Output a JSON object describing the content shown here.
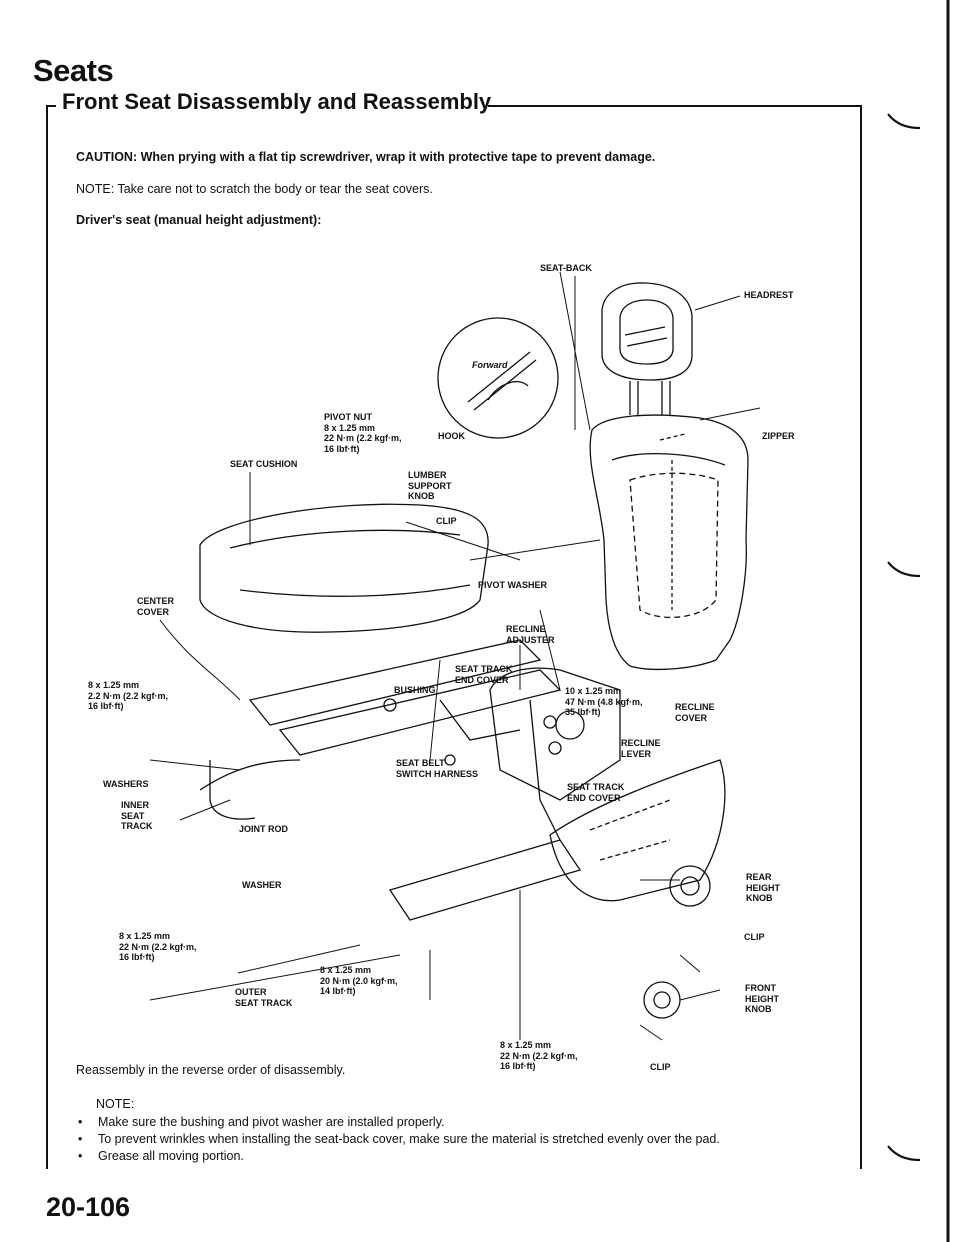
{
  "header": {
    "title": "Seats",
    "subtitle": "Front Seat Disassembly and Reassembly"
  },
  "caution": "CAUTION: When prying with a flat tip screwdriver, wrap it with protective tape to prevent damage.",
  "note_top": "NOTE: Take care not to scratch the body or tear the seat covers.",
  "driver_heading": "Driver's seat (manual height adjustment):",
  "labels": {
    "seat_back": "SEAT-BACK",
    "headrest": "HEADREST",
    "forward": "Forward",
    "hook": "HOOK",
    "zipper": "ZIPPER",
    "pivot_nut": "PIVOT NUT\n8 x 1.25 mm\n22 N·m (2.2 kgf·m,\n16 lbf·ft)",
    "seat_cushion": "SEAT CUSHION",
    "lumber_knob": "LUMBER\nSUPPORT\nKNOB",
    "clip1": "CLIP",
    "pivot_washer": "PIVOT WASHER",
    "center_cover": "CENTER\nCOVER",
    "recline_adjuster": "RECLINE\nADJUSTER",
    "track_end_cover1": "SEAT TRACK\nEND COVER",
    "bushing": "BUSHING",
    "torque_left": "8 x 1.25 mm\n2.2 N·m (2.2 kgf·m,\n16 lbf·ft)",
    "torque_recline": "10 x 1.25 mm\n47 N·m (4.8 kgf·m,\n35 lbf·ft)",
    "recline_cover": "RECLINE\nCOVER",
    "recline_lever": "RECLINE\nLEVER",
    "seat_belt": "SEAT BELT\nSWITCH HARNESS",
    "washers": "WASHERS",
    "track_end_cover2": "SEAT TRACK\nEND COVER",
    "inner_track": "INNER\nSEAT\nTRACK",
    "joint_rod": "JOINT ROD",
    "washer": "WASHER",
    "rear_knob": "REAR\nHEIGHT\nKNOB",
    "torque_outer": "8 x 1.25 mm\n22 N·m (2.2 kgf·m,\n16 lbf·ft)",
    "clip2": "CLIP",
    "torque_mid": "8 x 1.25 mm\n20 N·m (2.0 kgf·m,\n14 lbf·ft)",
    "outer_track": "OUTER\nSEAT TRACK",
    "front_knob": "FRONT\nHEIGHT\nKNOB",
    "torque_bottom": "8 x 1.25 mm\n22 N·m (2.2 kgf·m,\n16 lbf·ft)",
    "clip3": "CLIP"
  },
  "reassembly": "Reassembly in the reverse order of disassembly.",
  "note_heading": "NOTE:",
  "notes": [
    "Make sure the bushing and pivot washer are installed properly.",
    "To prevent wrinkles when installing the seat-back cover, make sure the material is stretched evenly over the pad.",
    "Grease all moving portion."
  ],
  "page_number": "20-106"
}
